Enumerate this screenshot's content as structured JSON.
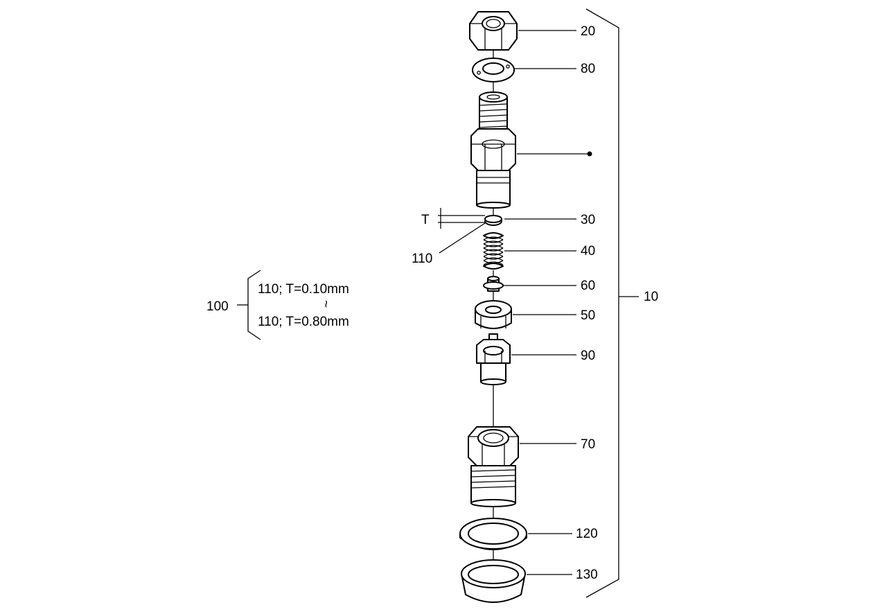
{
  "callouts": {
    "c20": "20",
    "c80": "80",
    "c30": "30",
    "c40": "40",
    "c60": "60",
    "c50": "50",
    "c90": "90",
    "c70": "70",
    "c120": "120",
    "c130": "130",
    "c10": "10",
    "c110": "110",
    "t_label": "T"
  },
  "note": {
    "ref": "100",
    "line1": "110; T=0.10mm",
    "tilde": "~",
    "line2": "110; T=0.80mm"
  }
}
